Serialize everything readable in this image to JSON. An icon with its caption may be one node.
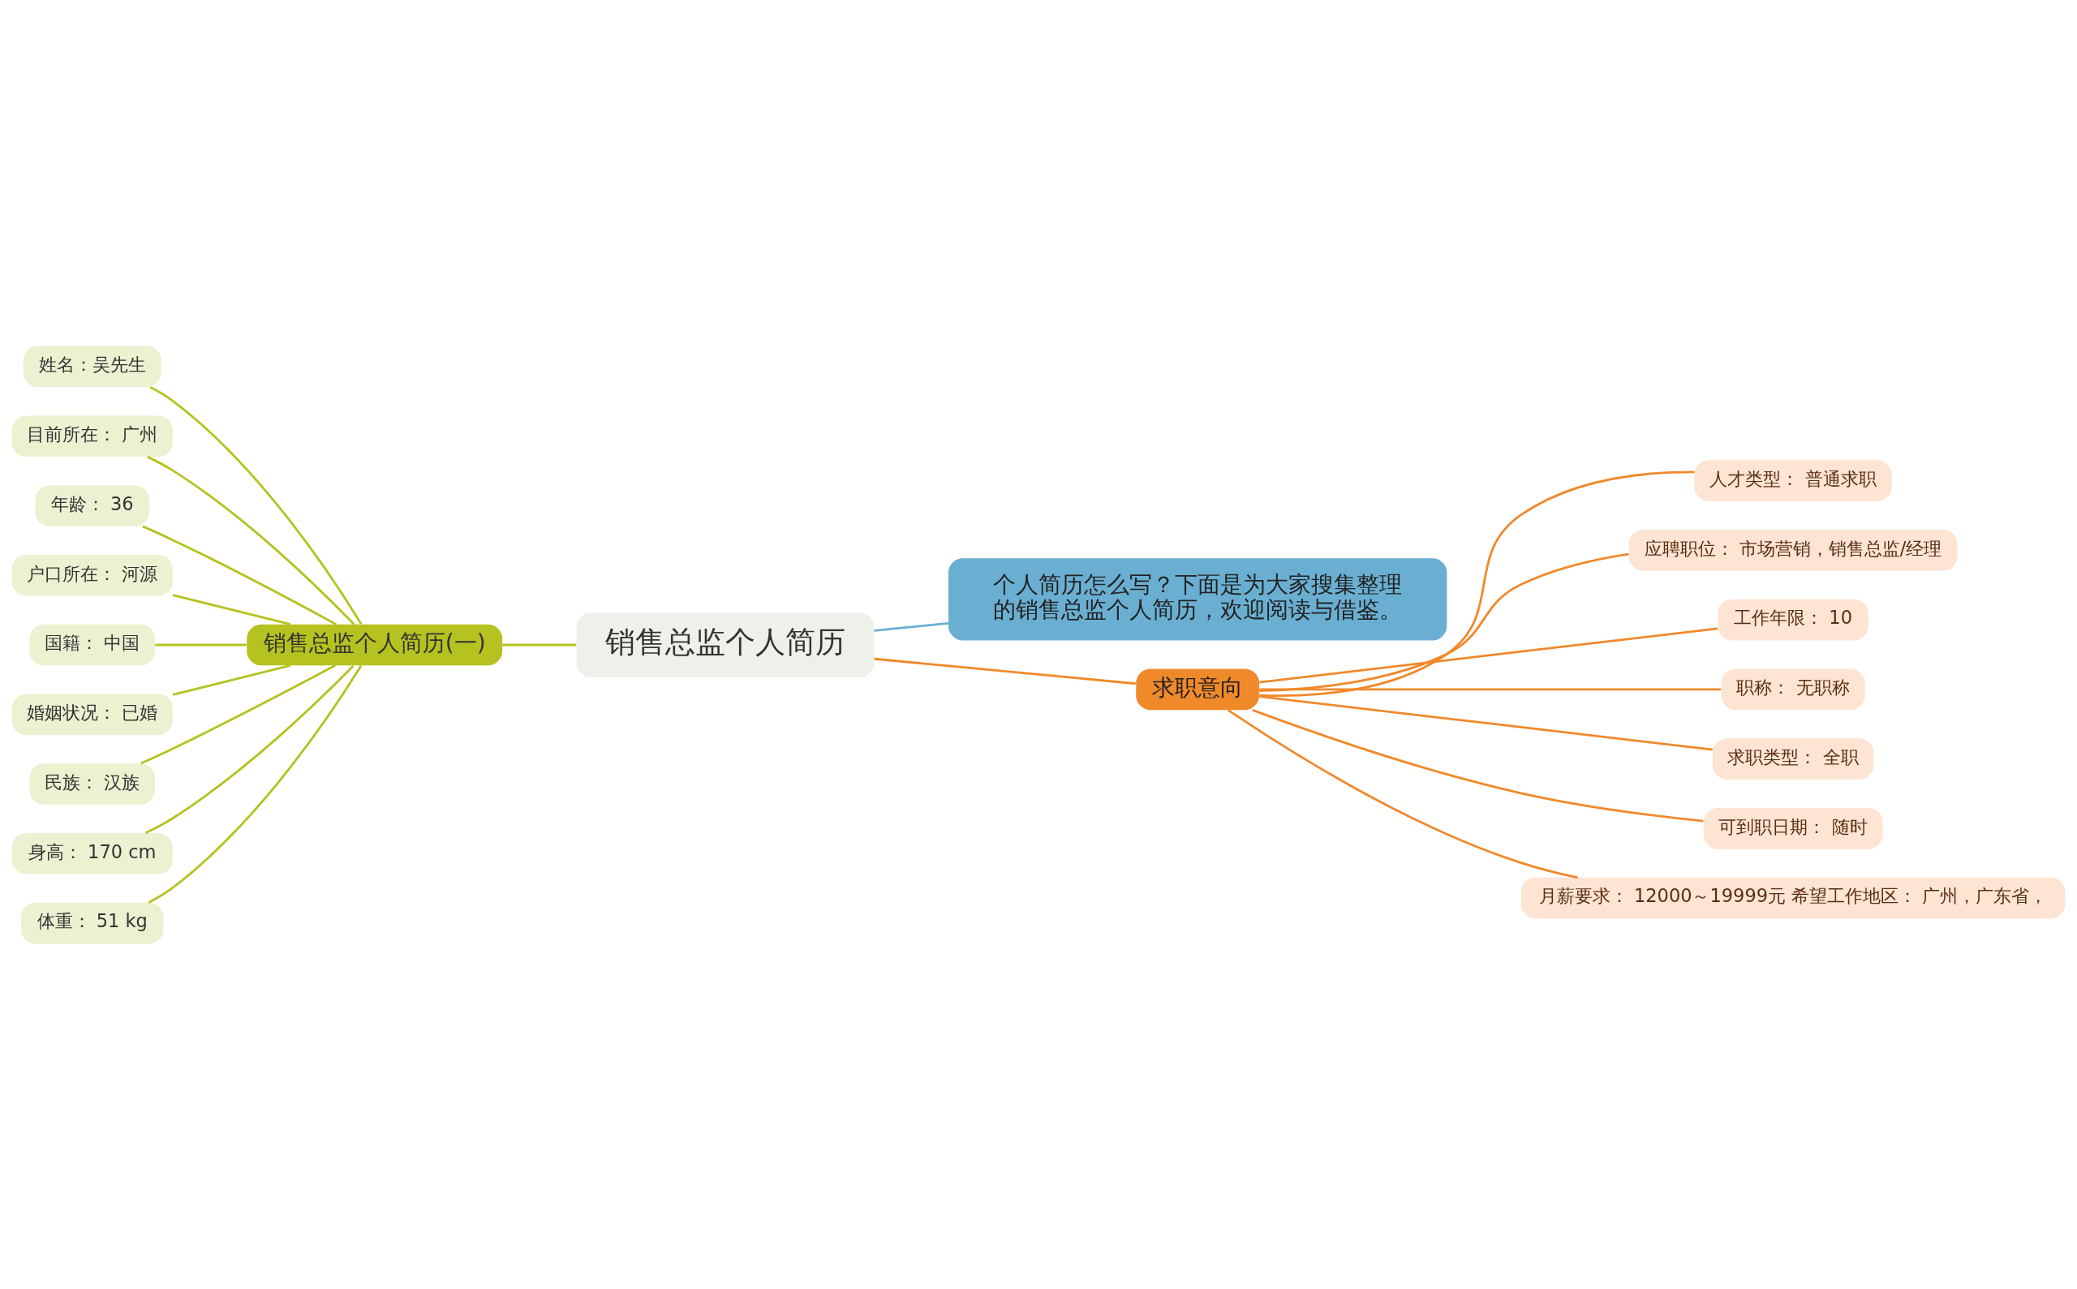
{
  "diagram": {
    "nodes": [
      {
        "text": [
          "销售总监个人简历"
        ]
      },
      {
        "text": [
          "销售总监个人简历(一)"
        ]
      },
      {
        "text": [
          "姓名：吴先生"
        ]
      },
      {
        "text": [
          "目前所在： 广州"
        ]
      },
      {
        "text": [
          "年龄： 36"
        ]
      },
      {
        "text": [
          "户口所在： 河源"
        ]
      },
      {
        "text": [
          "国籍： 中国"
        ]
      },
      {
        "text": [
          "婚姻状况： 已婚"
        ]
      },
      {
        "text": [
          "民族： 汉族"
        ]
      },
      {
        "text": [
          "身高： 170 cm"
        ]
      },
      {
        "text": [
          "体重： 51 kg"
        ]
      },
      {
        "text": [
          "个人简历怎么写？下面是为大家搜集整理的销售总监个人简历，欢迎阅读与借鉴。"
        ]
      },
      {
        "text": [
          "求职意向"
        ]
      },
      {
        "text": [
          "人才类型： 普通求职"
        ]
      },
      {
        "text": [
          "应聘职位： 市场营销，销售总监/经理"
        ]
      },
      {
        "text": [
          "工作年限： 10"
        ]
      },
      {
        "text": [
          "职称： 无职称"
        ]
      },
      {
        "text": [
          "求职类型： 全职"
        ]
      },
      {
        "text": [
          "可到职日期： 随时"
        ]
      },
      {
        "text": [
          "月薪要求： 12000～19999元 希望工作地区： 广州，广东省，"
        ]
      }
    ],
    "edges": [
      {
        "from": 0,
        "to": 1,
        "arrow": "none",
        "color": "#b5c21f"
      },
      {
        "from": 1,
        "to": 2,
        "arrow": "none",
        "color": "#b5c21f"
      },
      {
        "from": 1,
        "to": 3,
        "arrow": "none",
        "color": "#b5c21f"
      },
      {
        "from": 1,
        "to": 4,
        "arrow": "none",
        "color": "#b5c21f"
      },
      {
        "from": 1,
        "to": 5,
        "arrow": "none",
        "color": "#b5c21f"
      },
      {
        "from": 1,
        "to": 6,
        "arrow": "none",
        "color": "#b5c21f"
      },
      {
        "from": 1,
        "to": 7,
        "arrow": "none",
        "color": "#b5c21f"
      },
      {
        "from": 1,
        "to": 8,
        "arrow": "none",
        "color": "#b5c21f"
      },
      {
        "from": 1,
        "to": 9,
        "arrow": "none",
        "color": "#b5c21f"
      },
      {
        "from": 1,
        "to": 10,
        "arrow": "none",
        "color": "#b5c21f"
      },
      {
        "from": 0,
        "to": 11,
        "arrow": "none",
        "color": "#6aafd2"
      },
      {
        "from": 0,
        "to": 12,
        "arrow": "none",
        "color": "#f0892a"
      },
      {
        "from": 12,
        "to": 13,
        "arrow": "none",
        "color": "#f0892a"
      },
      {
        "from": 12,
        "to": 14,
        "arrow": "none",
        "color": "#f0892a"
      },
      {
        "from": 12,
        "to": 15,
        "arrow": "none",
        "color": "#f0892a"
      },
      {
        "from": 12,
        "to": 16,
        "arrow": "none",
        "color": "#f0892a"
      },
      {
        "from": 12,
        "to": 17,
        "arrow": "none",
        "color": "#f0892a"
      },
      {
        "from": 12,
        "to": 18,
        "arrow": "none",
        "color": "#f0892a"
      },
      {
        "from": 12,
        "to": 19,
        "arrow": "none",
        "color": "#f0892a"
      }
    ]
  }
}
